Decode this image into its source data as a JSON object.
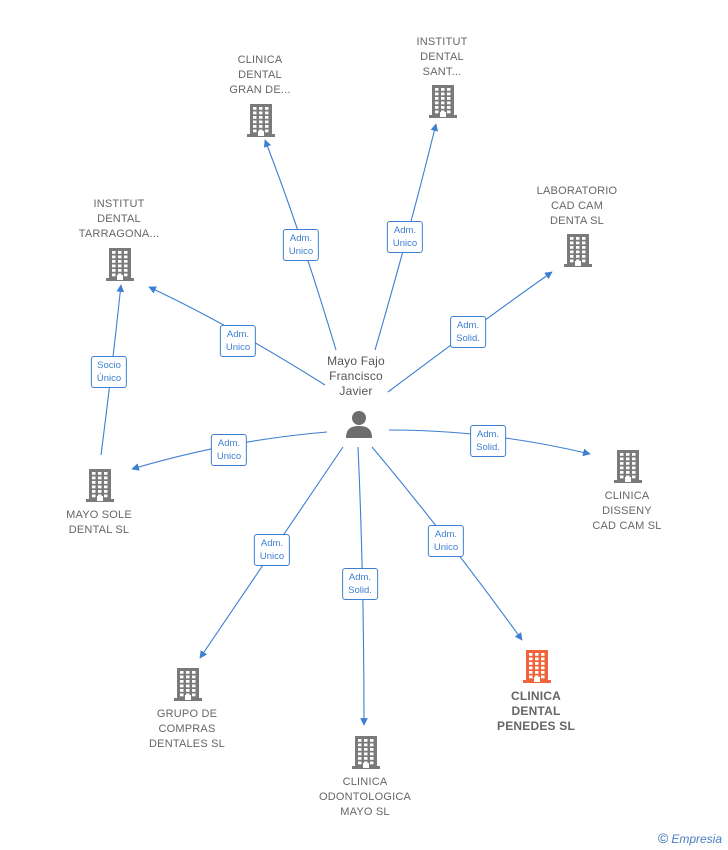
{
  "center": {
    "label_lines": [
      "Mayo Fajo",
      "Francisco",
      "Javier"
    ]
  },
  "companies": [
    {
      "id": "gran",
      "lines": [
        "CLINICA",
        "DENTAL",
        "GRAN DE..."
      ],
      "icon": "building-icon"
    },
    {
      "id": "sant",
      "lines": [
        "INSTITUT",
        "DENTAL",
        "SANT..."
      ],
      "icon": "building-icon"
    },
    {
      "id": "lab",
      "lines": [
        "LABORATORIO",
        "CAD CAM",
        "DENTA  SL"
      ],
      "icon": "building-icon"
    },
    {
      "id": "tarr",
      "lines": [
        "INSTITUT",
        "DENTAL",
        "TARRAGONA..."
      ],
      "icon": "building-icon"
    },
    {
      "id": "mayosole",
      "lines": [
        "MAYO SOLE",
        "DENTAL  SL"
      ],
      "icon": "building-icon"
    },
    {
      "id": "disseny",
      "lines": [
        "CLINICA",
        "DISSENY",
        "CAD CAM  SL"
      ],
      "icon": "building-icon"
    },
    {
      "id": "grupo",
      "lines": [
        "GRUPO DE",
        "COMPRAS",
        "DENTALES SL"
      ],
      "icon": "building-icon"
    },
    {
      "id": "odonto",
      "lines": [
        "CLINICA",
        "ODONTOLOGICA",
        "MAYO  SL"
      ],
      "icon": "building-icon"
    },
    {
      "id": "penedes",
      "lines": [
        "CLINICA",
        "DENTAL",
        "PENEDES  SL"
      ],
      "icon": "building-icon",
      "highlight": true
    }
  ],
  "relations": [
    {
      "to": "gran",
      "label": [
        "Adm.",
        "Unico"
      ]
    },
    {
      "to": "sant",
      "label": [
        "Adm.",
        "Unico"
      ]
    },
    {
      "to": "lab",
      "label": [
        "Adm.",
        "Solid."
      ]
    },
    {
      "to": "tarr",
      "label": [
        "Adm.",
        "Unico"
      ]
    },
    {
      "to": "mayosole",
      "label": [
        "Adm.",
        "Unico"
      ]
    },
    {
      "to": "disseny",
      "label": [
        "Adm.",
        "Solid."
      ]
    },
    {
      "to": "grupo",
      "label": [
        "Adm.",
        "Unico"
      ]
    },
    {
      "to": "odonto",
      "label": [
        "Adm.",
        "Solid."
      ]
    },
    {
      "to": "penedes",
      "label": [
        "Adm.",
        "Unico"
      ]
    },
    {
      "from": "mayosole",
      "to": "tarr",
      "label": [
        "Socio",
        "Único"
      ]
    }
  ],
  "colors": {
    "edge": "#3d7fd1",
    "building": "#7a7a7a",
    "highlight": "#f0643c",
    "person": "#6d6d6d"
  },
  "brand": {
    "symbol": "©",
    "name": "Empresia"
  }
}
